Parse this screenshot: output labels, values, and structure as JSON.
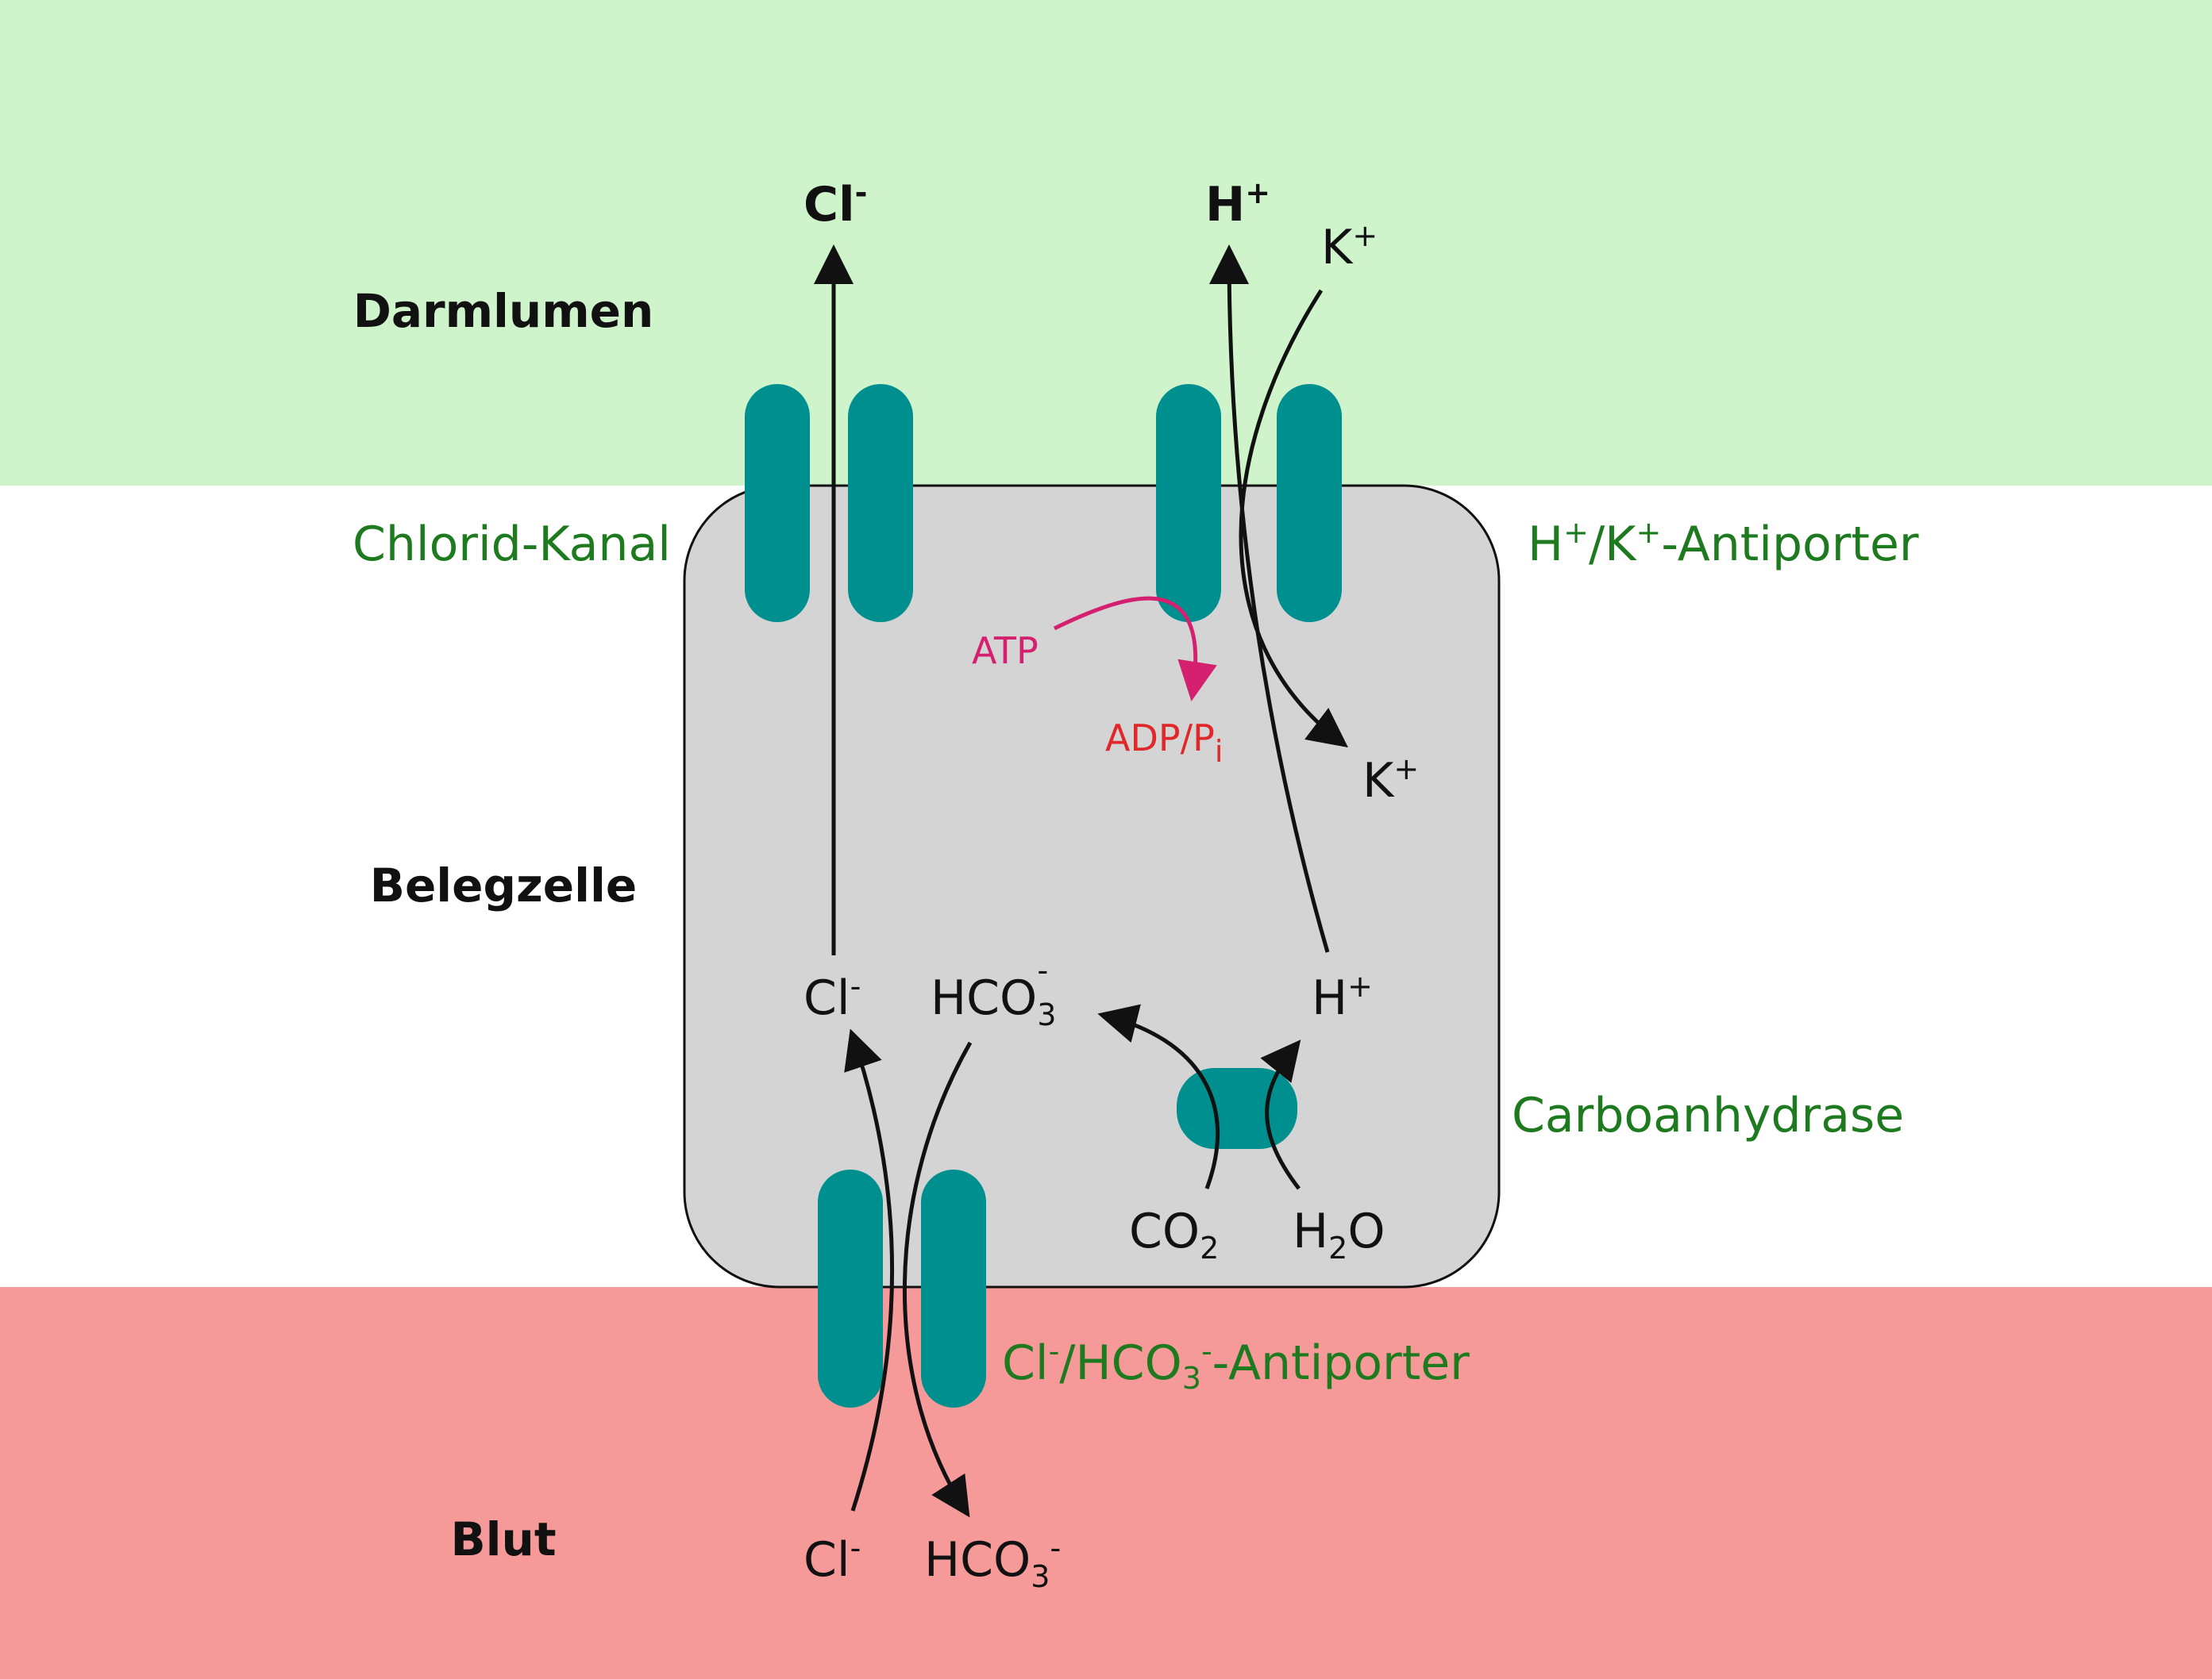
{
  "regions": {
    "lumen": {
      "label": "Darmlumen",
      "color": "#cff3ca"
    },
    "cell": {
      "label": "Belegzelle",
      "color": "#d4d4d4"
    },
    "blood": {
      "label": "Blut",
      "color": "#f59a99"
    }
  },
  "transporters": {
    "chloride_channel": "Chlorid-Kanal",
    "hk_antiporter": {
      "h": "H",
      "plus1": "+",
      "slash": "/K",
      "plus2": "+",
      "rest": "-Antiporter"
    },
    "carbonic_anhydrase": "Carboanhydrase",
    "cl_hco3_antiporter": {
      "cl": "Cl",
      "minus1": "-",
      "hco": "/HCO",
      "three": "3",
      "minus2": "-",
      "rest": "-Antiporter"
    },
    "color": "#008f8f"
  },
  "species": {
    "cl_lumen": {
      "base": "Cl",
      "charge": "-"
    },
    "h_lumen": {
      "base": "H",
      "charge": "+"
    },
    "k_lumen": {
      "base": "K",
      "charge": "+"
    },
    "k_cell": {
      "base": "K",
      "charge": "+"
    },
    "cl_cell": {
      "base": "Cl",
      "charge": "-"
    },
    "hco3_cell": {
      "base": "HCO",
      "index": "3",
      "charge": "-"
    },
    "h_cell": {
      "base": "H",
      "charge": "+"
    },
    "co2": {
      "base": "CO",
      "index": "2"
    },
    "h2o": {
      "base": "H",
      "index": "2",
      "tail": "O"
    },
    "cl_blood": {
      "base": "Cl",
      "charge": "-"
    },
    "hco3_blood": {
      "base": "HCO",
      "index": "3",
      "charge": "-"
    }
  },
  "energy": {
    "atp": "ATP",
    "adp_base": "ADP/P",
    "adp_index": "i"
  },
  "colors": {
    "label_green": "#1e7a1e",
    "atp": "#d4206e",
    "adp": "#e0282b"
  }
}
